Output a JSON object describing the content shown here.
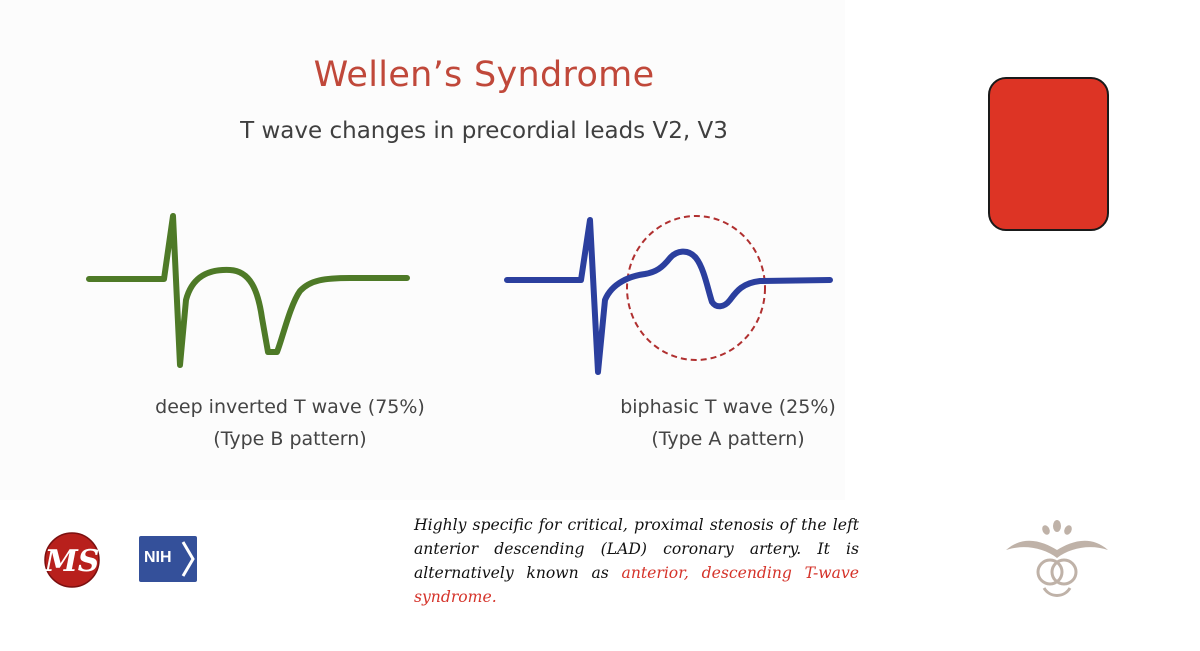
{
  "slide": {
    "title": "Wellen’s Syndrome",
    "subtitle": "T wave changes in precordial leads V2, V3"
  },
  "panels": [
    {
      "caption_line1": "deep inverted T wave (75%)",
      "caption_line2": "(Type B pattern)",
      "trace_color": "#4e7a27"
    },
    {
      "caption_line1": "biphasic T wave (25%)",
      "caption_line2": "(Type A pattern)",
      "trace_color": "#2b3f9e",
      "highlight_color": "#b03030"
    }
  ],
  "note": {
    "text": "Highly specific for critical, proximal stenosis of the left anterior descending (LAD) coronary artery. It is alternatively known as ",
    "highlight": "anterior, descending T-wave syndrome."
  },
  "logos": {
    "ms": "MS",
    "nih": "NIH"
  },
  "colors": {
    "title": "#c0483a",
    "red_box": "#dd3425",
    "note_highlight": "#d5332a"
  },
  "icons": [
    "ms-logo-icon",
    "nih-logo-icon",
    "lotus-logo-icon"
  ]
}
